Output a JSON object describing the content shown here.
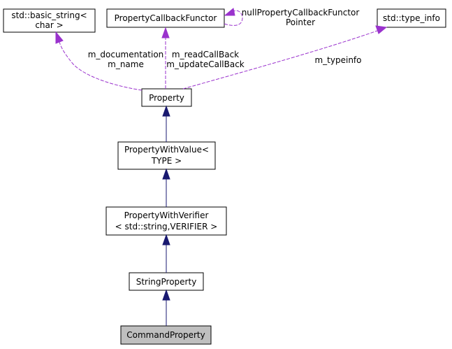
{
  "colors": {
    "inheritance": "#191970",
    "usage": "#9a32cd",
    "highlight_fill": "#bfbfbf"
  },
  "nodes": {
    "basic_string": {
      "line1": "std::basic_string<",
      "line2": "char >"
    },
    "callback_functor": {
      "line1": "PropertyCallbackFunctor"
    },
    "type_info": {
      "line1": "std::type_info"
    },
    "property": {
      "line1": "Property"
    },
    "property_with_value": {
      "line1": "PropertyWithValue<",
      "line2": "TYPE >"
    },
    "property_with_verifier": {
      "line1": "PropertyWithVerifier",
      "line2": "< std::string,VERIFIER >"
    },
    "string_property": {
      "line1": "StringProperty"
    },
    "command_property": {
      "line1": "CommandProperty"
    }
  },
  "edge_labels": {
    "documentation_name": {
      "line1": "m_documentation",
      "line2": "m_name"
    },
    "callbacks": {
      "line1": "m_readCallBack",
      "line2": "m_updateCallBack"
    },
    "self_loop": {
      "line1": "nullPropertyCallbackFunctor",
      "line2": "Pointer"
    },
    "typeinfo": {
      "line1": "m_typeinfo"
    }
  }
}
